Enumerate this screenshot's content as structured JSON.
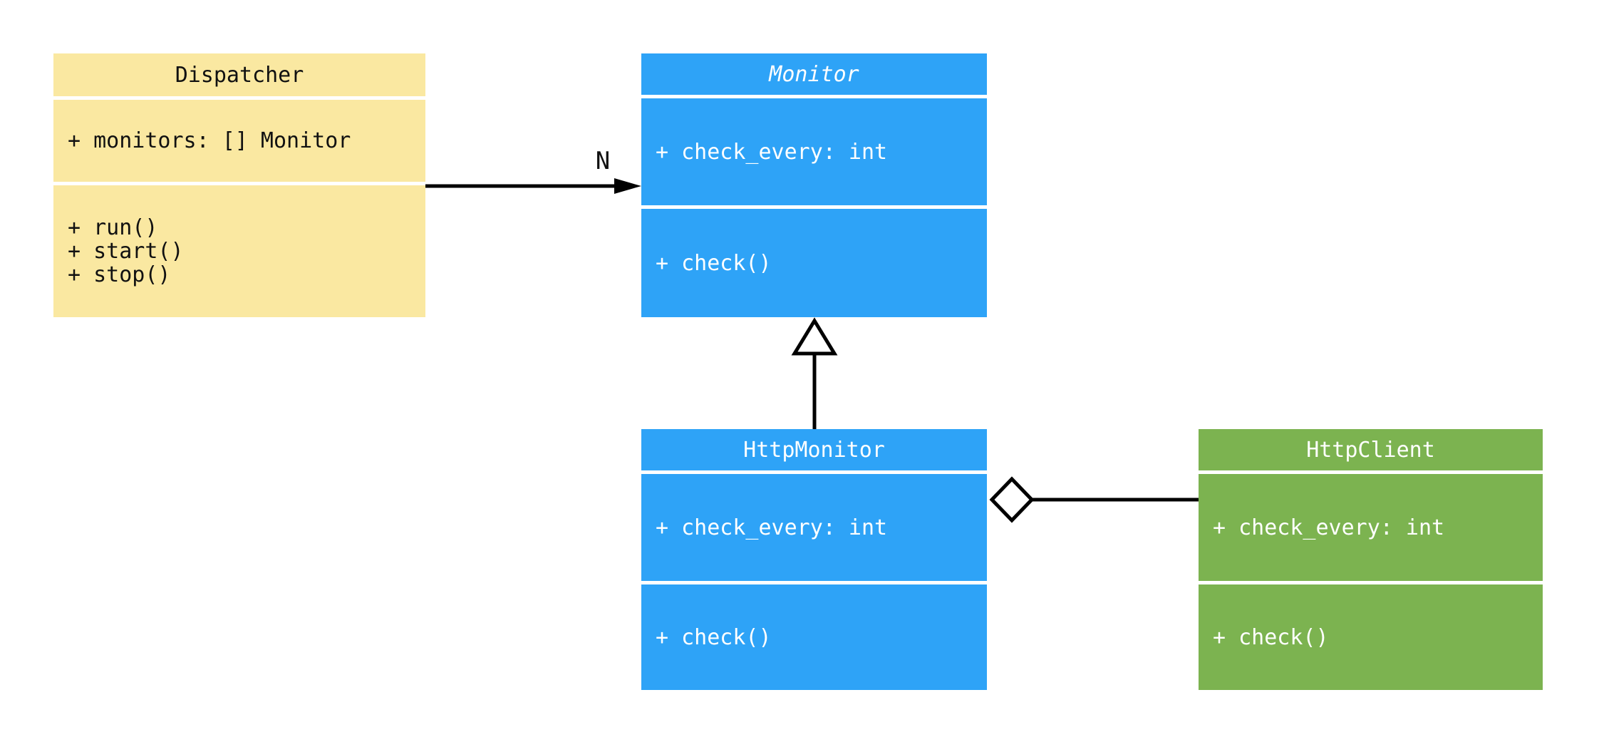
{
  "diagram": {
    "type": "uml-class-diagram",
    "background_color": "#FFFFFF",
    "connector_color": "#000000",
    "classes": [
      {
        "name": "Dispatcher",
        "name_style": "regular",
        "fill": "#FAE8A1",
        "text_color": "#111111",
        "attributes": [
          "+ monitors: [] Monitor"
        ],
        "methods": [
          "+ run()",
          "+ start()",
          "+ stop()"
        ]
      },
      {
        "name": "Monitor",
        "name_style": "italic-abstract",
        "fill": "#2EA3F7",
        "text_color": "#FFFFFF",
        "attributes": [
          "+ check_every: int"
        ],
        "methods": [
          "+ check()"
        ]
      },
      {
        "name": "HttpMonitor",
        "name_style": "regular",
        "fill": "#2EA3F7",
        "text_color": "#FFFFFF",
        "attributes": [
          "+ check_every: int"
        ],
        "methods": [
          "+ check()"
        ]
      },
      {
        "name": "HttpClient",
        "name_style": "regular",
        "fill": "#7CB350",
        "text_color": "#FFFFFF",
        "attributes": [
          "+ check_every: int"
        ],
        "methods": [
          "+ check()"
        ]
      }
    ],
    "relationships": [
      {
        "from": "Dispatcher",
        "to": "Monitor",
        "type": "directed-association",
        "label": "N"
      },
      {
        "from": "HttpMonitor",
        "to": "Monitor",
        "type": "inheritance",
        "label": ""
      },
      {
        "from": "HttpMonitor",
        "to": "HttpClient",
        "type": "aggregation",
        "label": ""
      }
    ]
  }
}
